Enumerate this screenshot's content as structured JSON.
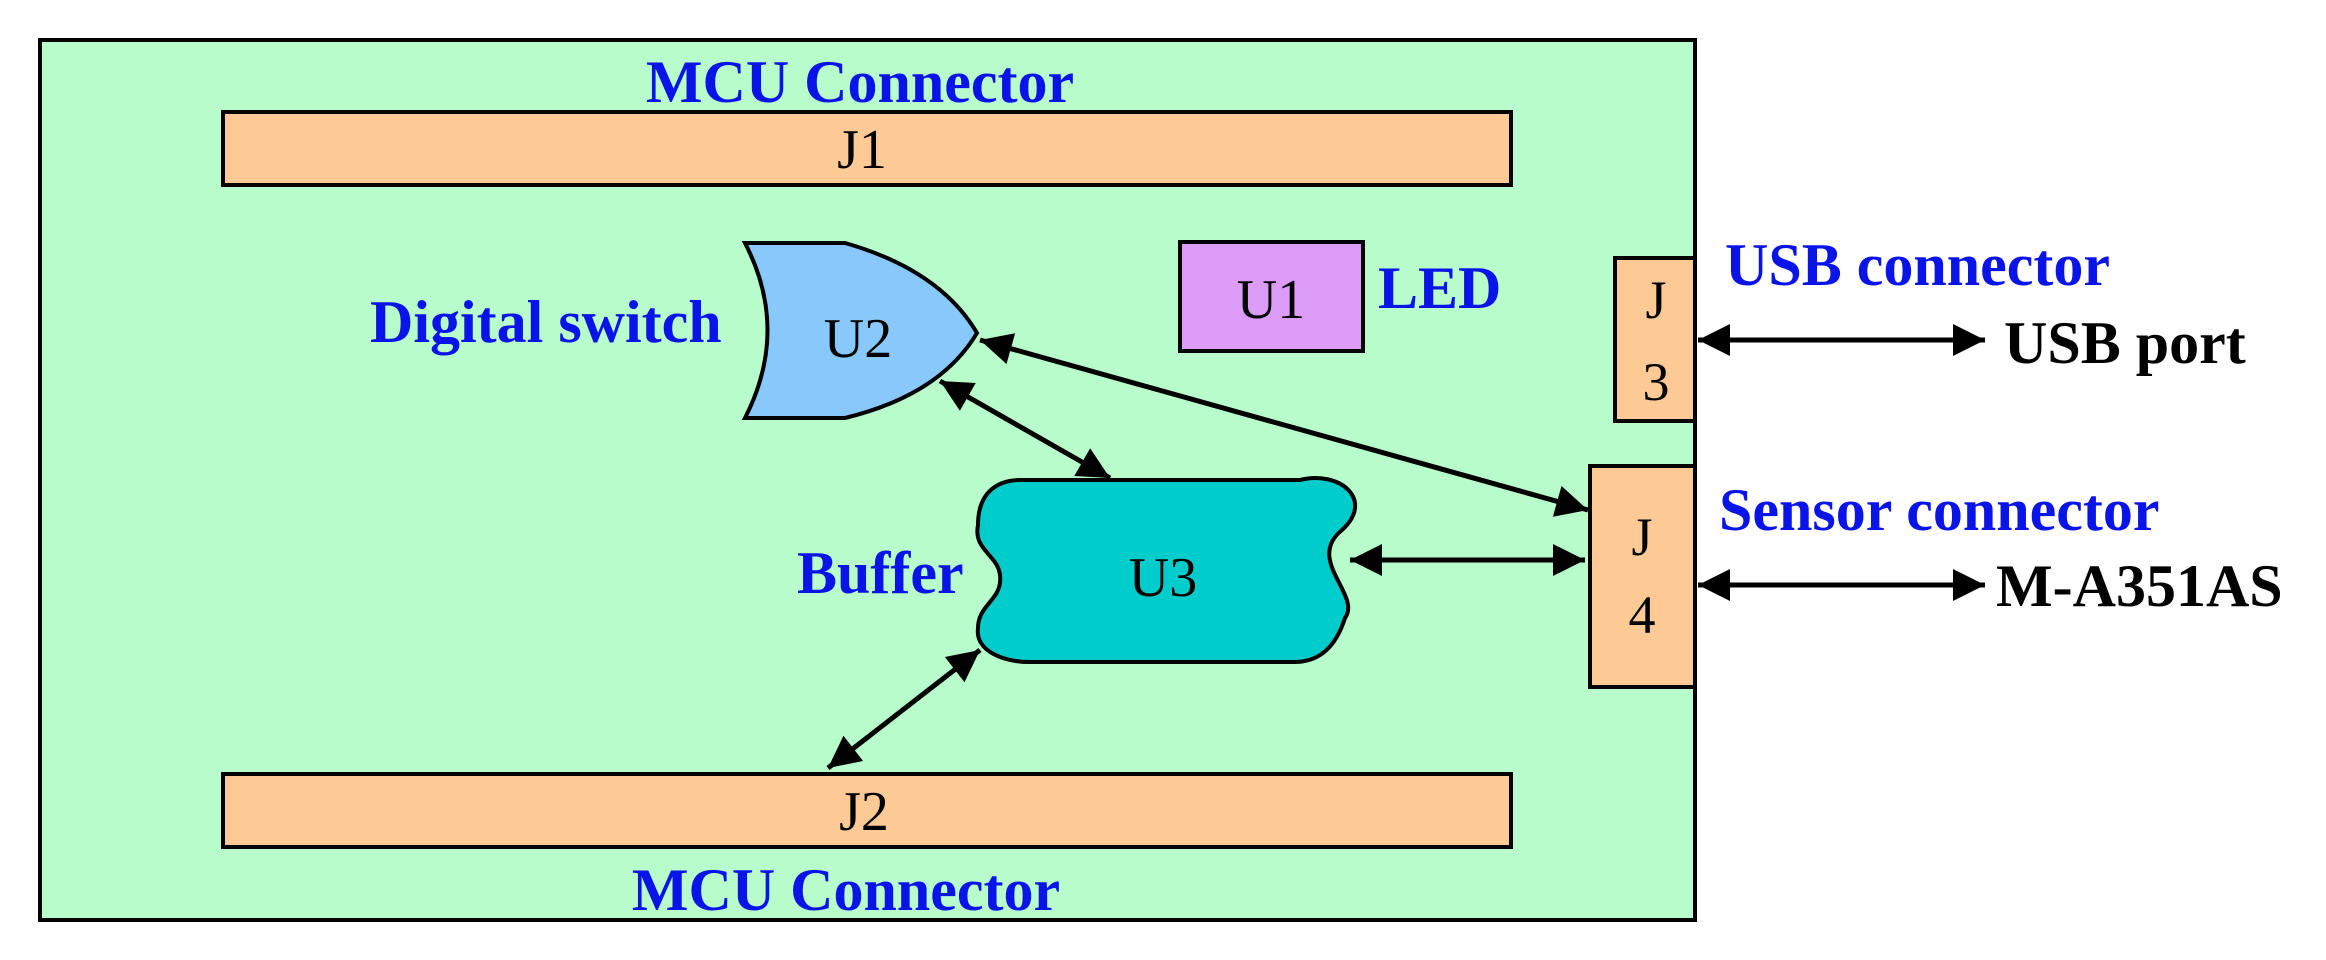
{
  "board": {
    "mcu_connector_top_label": "MCU Connector",
    "mcu_connector_bottom_label": "MCU Connector",
    "j1_label": "J1",
    "j2_label": "J2",
    "j3_line1": "J",
    "j3_line2": "3",
    "j4_line1": "J",
    "j4_line2": "4",
    "u1_label": "U1",
    "u2_label": "U2",
    "u3_label": "U3",
    "led_label": "LED",
    "digital_switch_label": "Digital switch",
    "buffer_label": "Buffer",
    "usb_connector_label": "USB connector",
    "sensor_connector_label": "Sensor connector"
  },
  "external": {
    "usb_port_label": "USB port",
    "sensor_label": "M-A351AS"
  },
  "colors": {
    "board_fill": "#b7fcca",
    "connector_fill": "#fdca96",
    "led_fill": "#dc9cf8",
    "switch_fill": "#88c8fa",
    "buffer_fill": "#00cccc",
    "label_blue": "#0a14e8"
  }
}
